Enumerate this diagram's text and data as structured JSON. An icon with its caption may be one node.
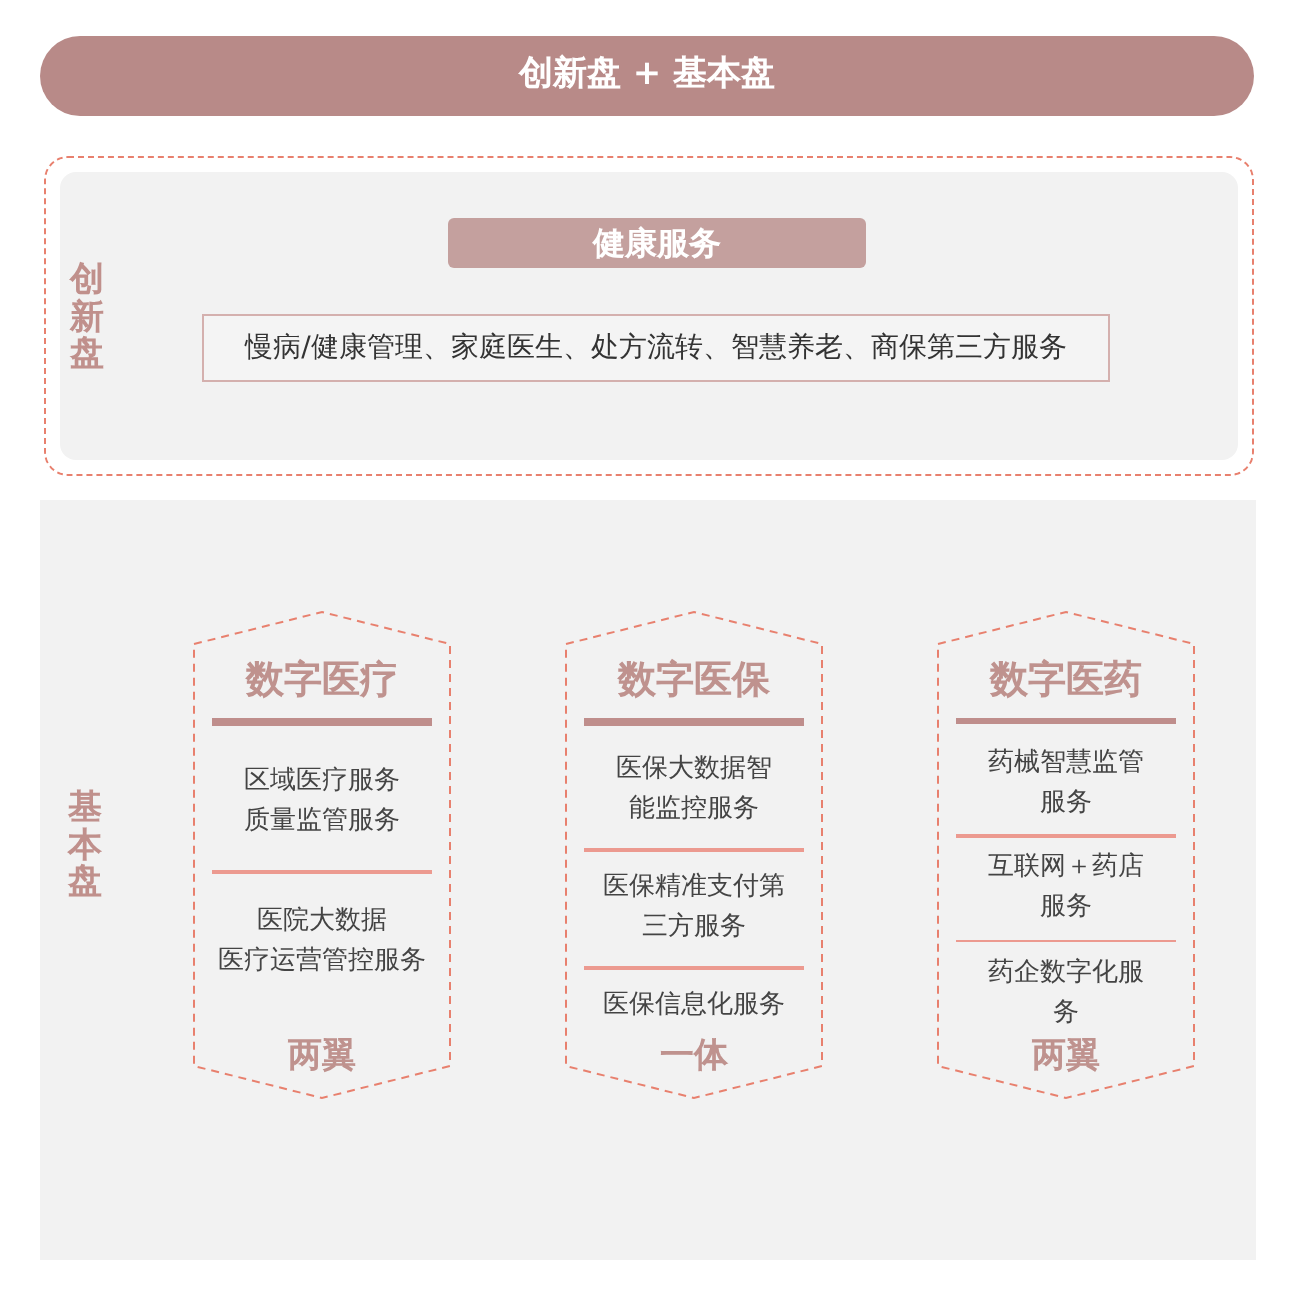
{
  "diagram": {
    "title": "创新盘 + 基本盘",
    "nodes": [
      {
        "text": [
          "创新盘"
        ]
      },
      {
        "text": [
          "健康服务"
        ],
        "in": 0
      },
      {
        "text": [
          "慢病/健康管理、家庭医生、处方流转、智慧养老、商保第三方服务"
        ],
        "in": 0
      },
      {
        "text": [
          "基本盘"
        ]
      },
      {
        "text": [
          "数字医疗",
          "区域医疗服务质量监管服务",
          "医院大数据医疗运营管控服务",
          "两翼"
        ],
        "in": 3
      },
      {
        "text": [
          "数字医保",
          "医保大数据智能监控服务",
          "医保精准支付第三方服务",
          "医保信息化服务",
          "一体"
        ],
        "in": 3
      },
      {
        "text": [
          "数字医药",
          "药械智慧监管服务",
          "互联网＋药店服务",
          "药企数字化服务",
          "两翼"
        ],
        "in": 3
      }
    ]
  }
}
